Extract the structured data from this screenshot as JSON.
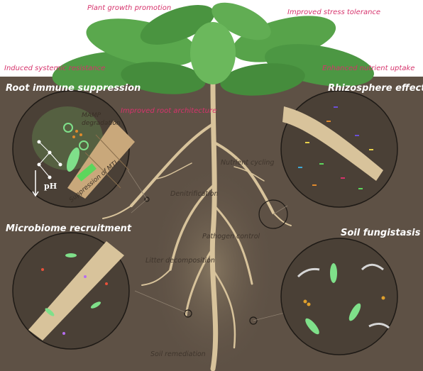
{
  "benefits": {
    "plant_growth": "Plant growth promotion",
    "stress_tolerance": "Improved stress tolerance",
    "systemic_resistance": "Induced systemic resistance",
    "nutrient_uptake": "Enhanced nutrient uptake",
    "root_architecture": "Improved root architecture"
  },
  "sections": {
    "root_immune": "Root immune suppression",
    "rhizosphere": "Rhizosphere effect",
    "microbiome": "Microbiome recruitment",
    "fungistasis": "Soil fungistasis"
  },
  "processes": {
    "nutrient_cycling": "Nutrient cycling",
    "denitrification": "Denitrification",
    "pathogen_control": "Pathogen control",
    "litter_decomposition": "Litter decomposition",
    "soil_remediation": "Soil remediation"
  },
  "immune_inset": {
    "mamp": "MAMP degradation",
    "suppression": "Suppression of MTI",
    "ph": "pH"
  },
  "colors": {
    "soil": "#5e5145",
    "leaf": "#4f9a45",
    "root": "#d8c39b",
    "benefit_text": "#d6336c"
  }
}
